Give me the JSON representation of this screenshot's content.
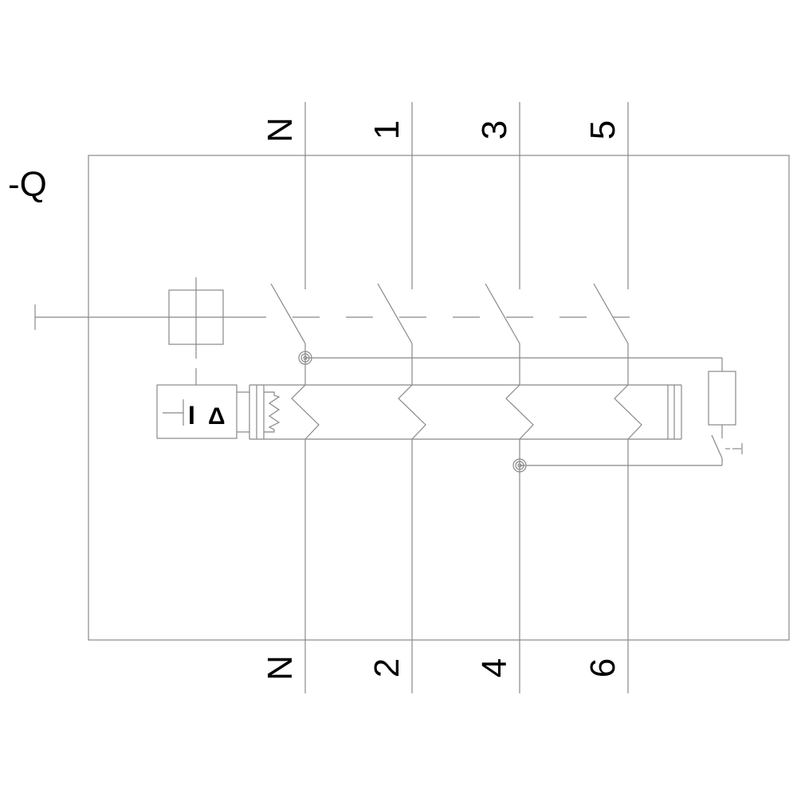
{
  "designation": "-Q",
  "top_terminals": [
    "N",
    "1",
    "3",
    "5"
  ],
  "bottom_terminals": [
    "N",
    "2",
    "4",
    "6"
  ],
  "residual_current_symbol": {
    "i": "I",
    "delta": "Δ"
  },
  "line_color": "#888888"
}
